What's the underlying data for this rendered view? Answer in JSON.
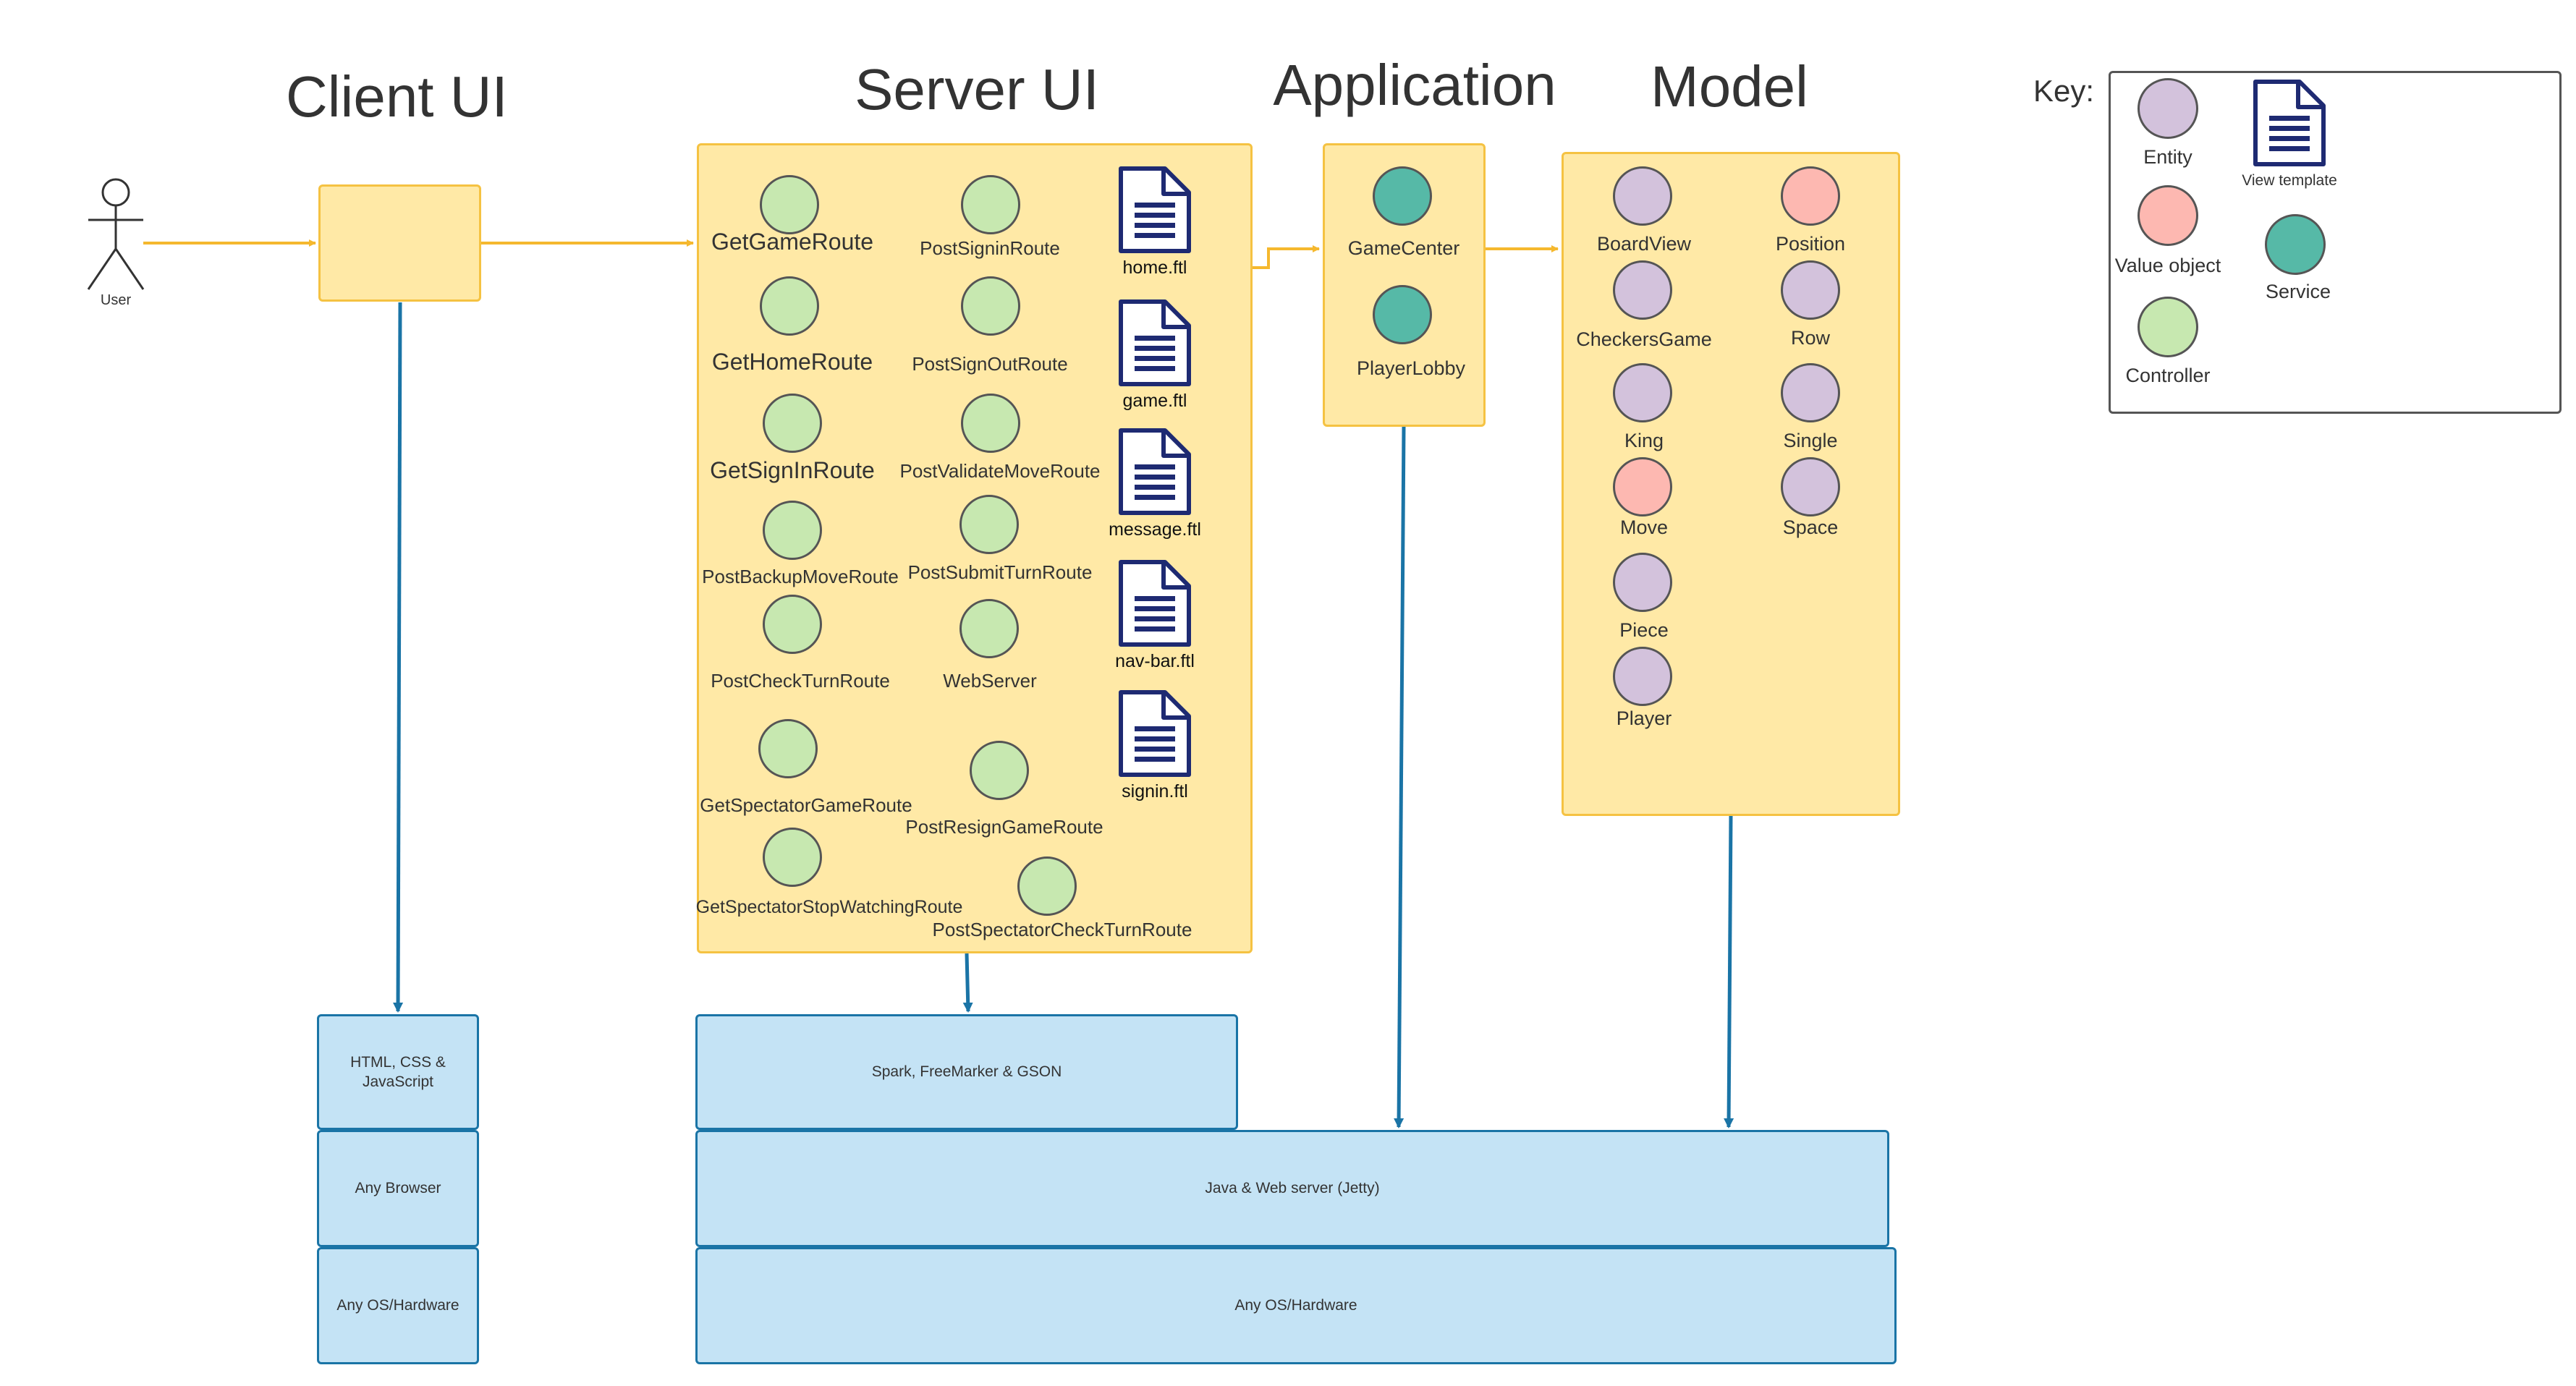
{
  "sections": {
    "client_ui": "Client UI",
    "server_ui": "Server UI",
    "application": "Application",
    "model": "Model"
  },
  "actor": {
    "label": "User"
  },
  "server_ui": {
    "controllers": {
      "get_game": "GetGameRoute",
      "post_signin": "PostSigninRoute",
      "get_home": "GetHomeRoute",
      "post_signout": "PostSignOutRoute",
      "get_signin": "GetSignInRoute",
      "post_validate_move": "PostValidateMoveRoute",
      "post_backup_move": "PostBackupMoveRoute",
      "post_submit_turn": "PostSubmitTurnRoute",
      "post_check_turn": "PostCheckTurnRoute",
      "web_server": "WebServer",
      "get_spectator_game": "GetSpectatorGameRoute",
      "post_resign_game": "PostResignGameRoute",
      "get_spectator_stop_watching": "GetSpectatorStopWatchingRoute",
      "post_spectator_check_turn": "PostSpectatorCheckTurnRoute"
    },
    "templates": {
      "home": "home.ftl",
      "game": "game.ftl",
      "message": "message.ftl",
      "nav_bar": "nav-bar.ftl",
      "signin": "signin.ftl"
    }
  },
  "application": {
    "services": {
      "game_center": "GameCenter",
      "player_lobby": "PlayerLobby"
    }
  },
  "model": {
    "board_view": "BoardView",
    "position": "Position",
    "checkers_game": "CheckersGame",
    "row": "Row",
    "king": "King",
    "single": "Single",
    "move": "Move",
    "space": "Space",
    "piece": "Piece",
    "player": "Player"
  },
  "tech_stack": {
    "client": {
      "html_css_js": "HTML, CSS & JavaScript",
      "browser": "Any Browser",
      "os": "Any OS/Hardware"
    },
    "server": {
      "frameworks": "Spark, FreeMarker & GSON",
      "java_jetty": "Java & Web server (Jetty)",
      "os": "Any OS/Hardware"
    }
  },
  "key": {
    "heading": "Key:",
    "entity": "Entity",
    "value_object": "Value object",
    "controller": "Controller",
    "view_template": "View template",
    "service": "Service"
  },
  "colors": {
    "entity": "#D3C2DC",
    "value_object": "#FDB8B1",
    "controller": "#C7E8B0",
    "service": "#56B9A7",
    "template_icon": "#1E2A72",
    "pane_fill": "#FFE9A6",
    "pane_border": "#F5C242",
    "stack_fill": "#C4E3F5",
    "stack_border": "#1A74A6",
    "flow_arrow": "#F5B82E",
    "dependency_arrow": "#1A74A6"
  }
}
